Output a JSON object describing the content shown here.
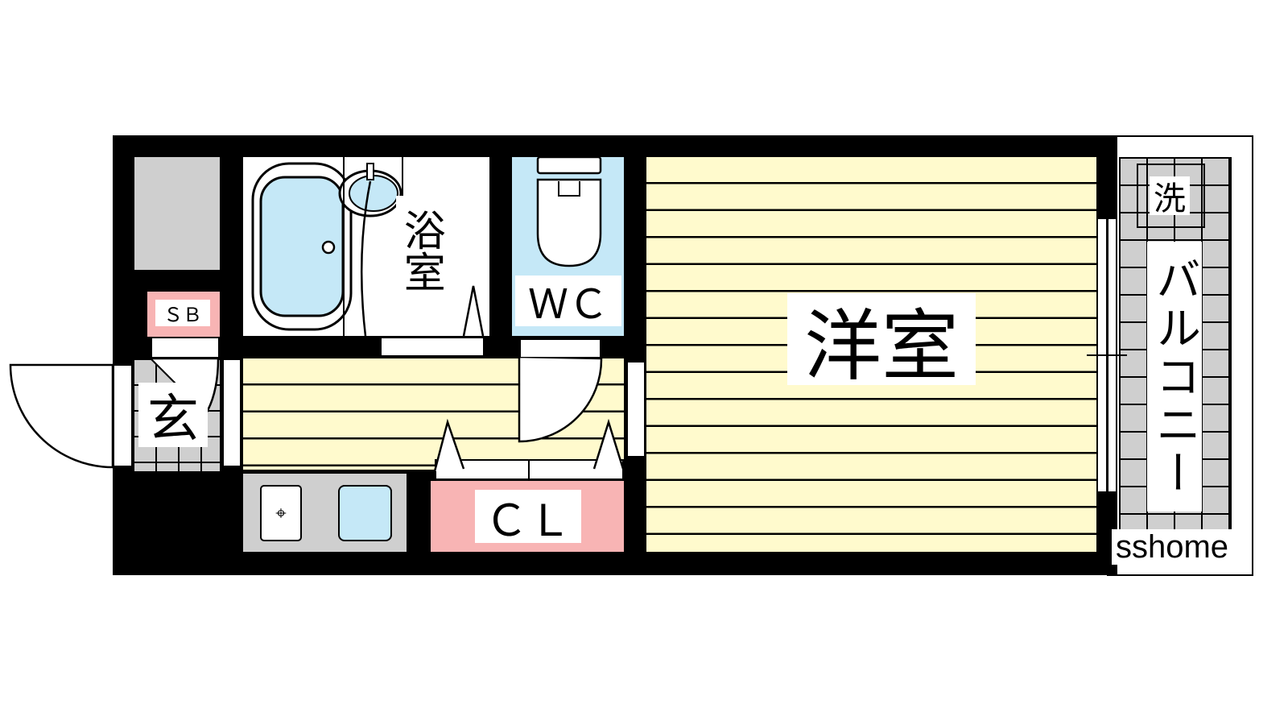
{
  "rooms": {
    "bath": "浴室",
    "wc": "ＷＣ",
    "western_room": "洋室",
    "shoe_box": "ＳＢ",
    "entrance": "玄",
    "closet": "ＣＬ",
    "washer": "洗",
    "balcony": "バルコニー"
  },
  "watermark": "sshome",
  "colors": {
    "wall": "#000000",
    "floor": "#fffacd",
    "water": "#c5e8f7",
    "closet": "#f8b4b4",
    "tile": "#cfcfcf"
  }
}
